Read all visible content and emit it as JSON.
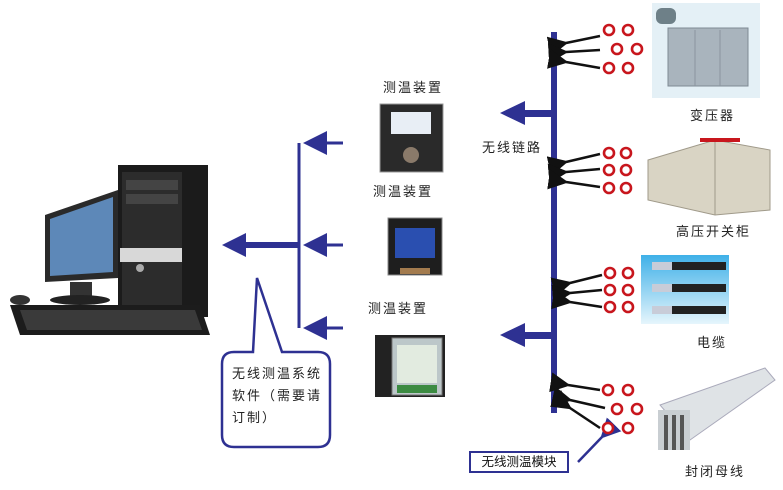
{
  "colors": {
    "bus": "#2e3192",
    "sensor_ring": "#c8161d",
    "arrow_black": "#111111"
  },
  "device_label_1": "测温装置",
  "device_label_2": "测温装置",
  "device_label_3": "测温装置",
  "wireless_link": "无线链路",
  "software_callout": "无线测温系统软件（需要请订制）",
  "module_label": "无线测温模块",
  "equipment": [
    {
      "label": "变压器"
    },
    {
      "label": "高压开关柜"
    },
    {
      "label": "电缆"
    },
    {
      "label": "封闭母线"
    }
  ]
}
